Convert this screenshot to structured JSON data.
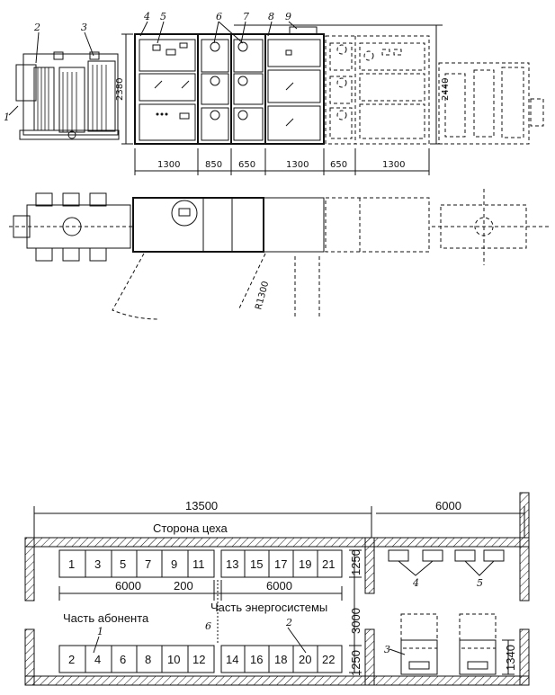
{
  "top_view": {
    "callouts": [
      "1",
      "2",
      "3",
      "4",
      "5",
      "6",
      "7",
      "8",
      "9"
    ],
    "dims_horizontal": [
      "1300",
      "850",
      "650",
      "1300",
      "650",
      "1300"
    ],
    "dim_height_left": "2380",
    "dim_height_right": "2440",
    "radius": "R1300"
  },
  "plan": {
    "total_left": "13500",
    "total_right": "6000",
    "side_label": "Сторона цеха",
    "top_row": [
      "1",
      "3",
      "5",
      "7",
      "9",
      "11",
      "13",
      "15",
      "17",
      "19",
      "21"
    ],
    "bottom_row": [
      "2",
      "4",
      "6",
      "8",
      "10",
      "12",
      "14",
      "16",
      "18",
      "20",
      "22"
    ],
    "dim_left": "6000",
    "dim_mid": "200",
    "dim_right": "6000",
    "label_subscriber": "Часть абонента",
    "label_power": "Часть энергосистемы",
    "callouts": [
      "1",
      "2",
      "3",
      "4",
      "5",
      "6"
    ],
    "dim_v1": "1250",
    "dim_v2": "3000",
    "dim_v3": "1250",
    "dim_v4": "1340"
  }
}
